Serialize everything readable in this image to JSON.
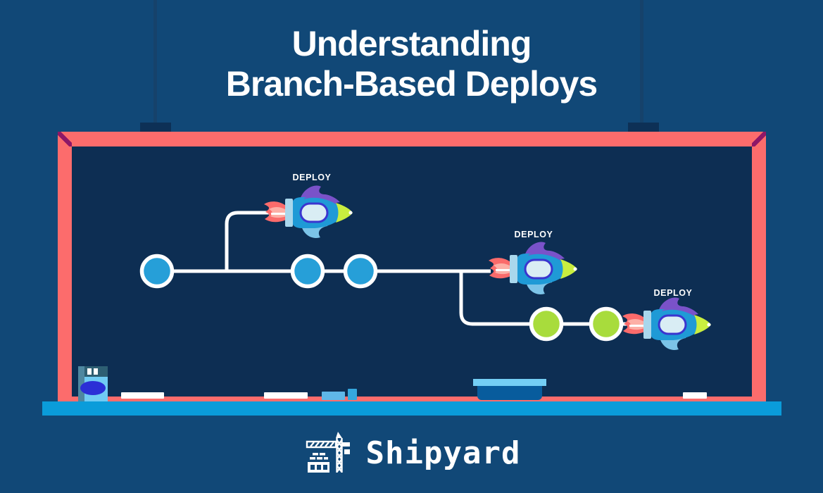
{
  "title": {
    "line1": "Understanding",
    "line2": "Branch-Based Deploys"
  },
  "diagram": {
    "type": "git-branch-flow",
    "main_branch": {
      "commit_count": 3,
      "commit_color": "#269fd8"
    },
    "feature_branch": {
      "commit_count": 2,
      "commit_color": "#a8dc3c"
    },
    "rockets": [
      {
        "label": "DEPLOY",
        "position": "top-feature-branch"
      },
      {
        "label": "DEPLOY",
        "position": "main-branch-end"
      },
      {
        "label": "DEPLOY",
        "position": "bottom-feature-branch-end"
      }
    ],
    "line_color": "#ffffff"
  },
  "colors": {
    "page_background": "#114877",
    "board_surface": "#0d2e53",
    "board_frame": "#fc6c6c",
    "frame_corner_accent": "#8e1767",
    "chalk_tray": "#0a9cda",
    "rocket_body": "#1f9ad6",
    "rocket_fin": "#7a52c9",
    "rocket_nose": "#c9ee3f",
    "rocket_flame": "#fb6b6b"
  },
  "footer": {
    "brand": "Shipyard"
  }
}
